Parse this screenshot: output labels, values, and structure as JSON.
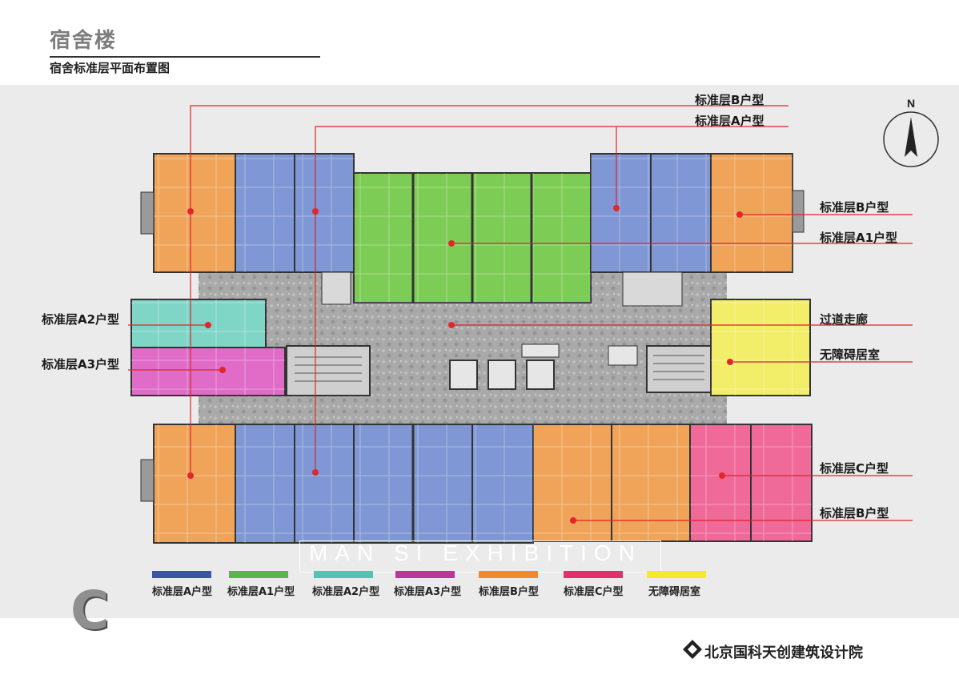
{
  "header": {
    "title": "宿舍楼",
    "subtitle": "宿舍标准层平面布置图"
  },
  "compass": {
    "label": "N"
  },
  "callouts": [
    {
      "id": "b-top",
      "text": "标准层B户型"
    },
    {
      "id": "a-top",
      "text": "标准层A户型"
    },
    {
      "id": "b-right",
      "text": "标准层B户型"
    },
    {
      "id": "a1-right",
      "text": "标准层A1户型"
    },
    {
      "id": "a2-left",
      "text": "标准层A2户型"
    },
    {
      "id": "a3-left",
      "text": "标准层A3户型"
    },
    {
      "id": "corridor",
      "text": "过道走廊"
    },
    {
      "id": "accessible",
      "text": "无障碍居室"
    },
    {
      "id": "c-right",
      "text": "标准层C户型"
    },
    {
      "id": "b-bottom",
      "text": "标准层B户型"
    }
  ],
  "legend": [
    {
      "label": "标准层A户型",
      "color": "#3a55a4"
    },
    {
      "label": "标准层A1户型",
      "color": "#59b64a"
    },
    {
      "label": "标准层A2户型",
      "color": "#56c2b4"
    },
    {
      "label": "标准层A3户型",
      "color": "#b8379a"
    },
    {
      "label": "标准层B户型",
      "color": "#f08a2c"
    },
    {
      "label": "标准层C户型",
      "color": "#e3306c"
    },
    {
      "label": "无障碍居室",
      "color": "#f4ea2d"
    }
  ],
  "watermark": "MAN SI EXHIBITION",
  "section_letter": "C",
  "footer": {
    "company": "北京国科天创建筑设计院"
  }
}
